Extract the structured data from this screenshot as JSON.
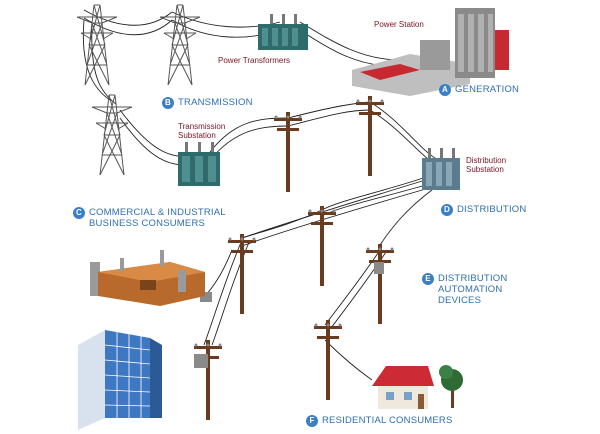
{
  "small_labels": {
    "power_station": "Power Station",
    "power_transformers": "Power Transformers",
    "transmission_substation": "Transmission\nSubstation",
    "distribution_substation": "Distribution\nSubstation"
  },
  "stages": {
    "generation": {
      "letter": "A",
      "label": "GENERATION"
    },
    "transmission": {
      "letter": "B",
      "label": "TRANSMISSION"
    },
    "commercial": {
      "letter": "C",
      "label": "COMMERCIAL & INDUSTRIAL\nBUSINESS CONSUMERS"
    },
    "distribution": {
      "letter": "D",
      "label": "DISTRIBUTION"
    },
    "automation": {
      "letter": "E",
      "label": "DISTRIBUTION\nAUTOMATION\nDEVICES"
    },
    "residential": {
      "letter": "F",
      "label": "RESIDENTIAL CONSUMERS"
    }
  },
  "colors": {
    "stage_text": "#2f6fb0",
    "badge": "#3b7fc4",
    "small_text": "#7a1424",
    "pole": "#6b3b1f",
    "wire": "#222222",
    "tower": "#555555",
    "transformer": "#2f6b6a",
    "station_red": "#c8282f",
    "building_blue": "#3f78c2",
    "factory_brown": "#b86a2c",
    "roof_red": "#cc2b35",
    "tree_green": "#2f6b35"
  }
}
